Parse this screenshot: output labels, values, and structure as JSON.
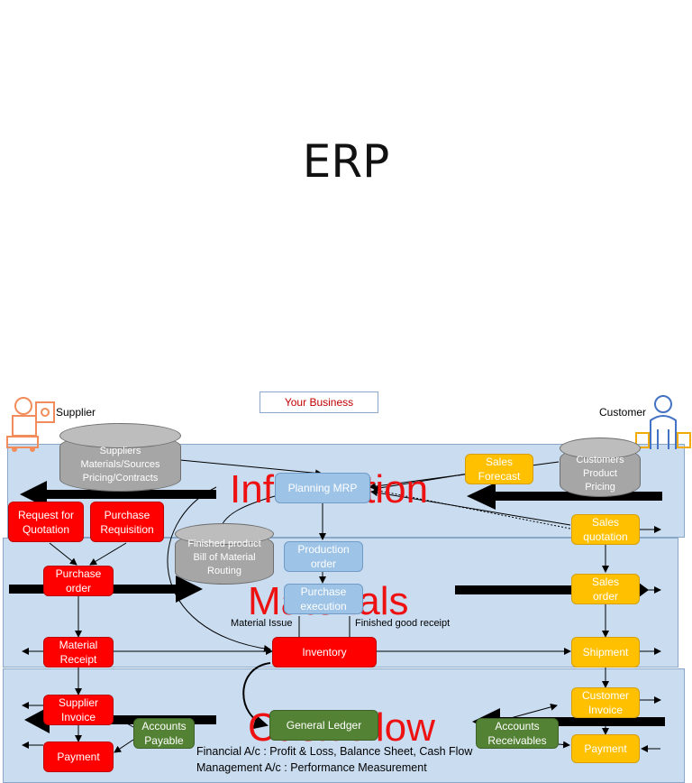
{
  "title": "ERP",
  "your_business": "Your Business",
  "labels": {
    "supplier": "Supplier",
    "customer": "Customer",
    "material_issue": "Material Issue",
    "finished_good_receipt": "Finished good receipt",
    "financial_ac": "Financial A/c : Profit & Loss, Balance Sheet, Cash Flow",
    "management_ac": "Management A/c : Performance Measurement"
  },
  "bands": {
    "information": "Information",
    "materials": "Materials",
    "cash_flow": "Cash Flow"
  },
  "databases": {
    "suppliers": "Suppliers\nMaterials/Sources\nPricing/Contracts",
    "customers": "Customers\nProduct\nPricing",
    "finished_product": "Finished product\nBill of Material\nRouting"
  },
  "boxes": {
    "request_for_quotation": "Request for\nQuotation",
    "purchase_requisition": "Purchase\nRequisition",
    "purchase_order": "Purchase\norder",
    "material_receipt": "Material\nReceipt",
    "supplier_invoice": "Supplier\nInvoice",
    "payment_left": "Payment",
    "accounts_payable": "Accounts\nPayable",
    "planning_mrp": "Planning MRP",
    "production_order": "Production\norder",
    "purchase_execution": "Purchase\nexecution",
    "inventory": "Inventory",
    "general_ledger": "General Ledger",
    "sales_forecast": "Sales\nForecast",
    "sales_quotation": "Sales\nquotation",
    "sales_order": "Sales\norder",
    "shipment": "Shipment",
    "customer_invoice": "Customer\nInvoice",
    "payment_right": "Payment",
    "accounts_receivables": "Accounts\nReceivables"
  },
  "colors": {
    "band": "#c9dcf0",
    "red": "#ff0000",
    "yellow": "#ffc000",
    "blue": "#9dc3e6",
    "green": "#548235",
    "band_label": "#ee1111"
  }
}
